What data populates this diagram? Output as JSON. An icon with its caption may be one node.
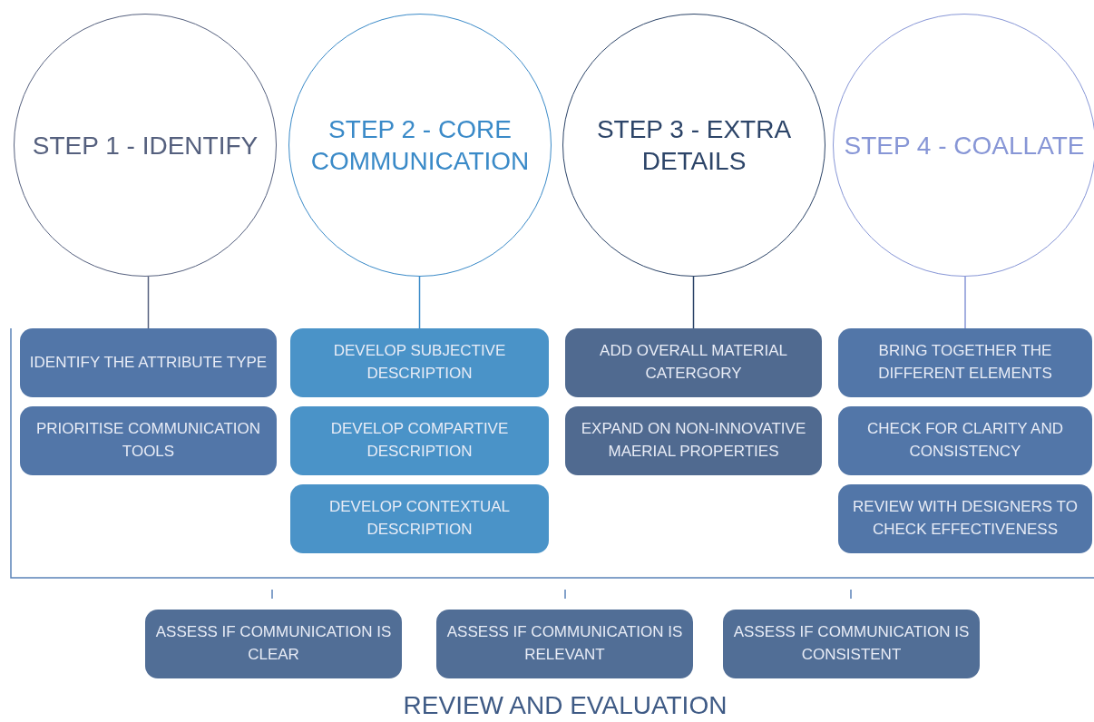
{
  "diagram": {
    "nodes": [
      {
        "text": [
          "STEP 1 - IDENTIFY"
        ]
      },
      {
        "text": [
          "STEP 2 - CORE COMMUNICATION"
        ]
      },
      {
        "text": [
          "STEP 3 - EXTRA DETAILS"
        ]
      },
      {
        "text": [
          "STEP 4 - COALLATE"
        ]
      },
      {
        "text": [
          "IDENTIFY THE ATTRIBUTE TYPE"
        ]
      },
      {
        "text": [
          "PRIORITISE COMMUNICATION TOOLS"
        ]
      },
      {
        "text": [
          "DEVELOP SUBJECTIVE DESCRIPTION"
        ]
      },
      {
        "text": [
          "DEVELOP COMPARTIVE DESCRIPTION"
        ]
      },
      {
        "text": [
          "DEVELOP CONTEXTUAL DESCRIPTION"
        ]
      },
      {
        "text": [
          "ADD OVERALL MATERIAL CATERGORY"
        ]
      },
      {
        "text": [
          "EXPAND ON NON-INNOVATIVE MAERIAL PROPERTIES"
        ]
      },
      {
        "text": [
          "BRING TOGETHER THE DIFFERENT ELEMENTS"
        ]
      },
      {
        "text": [
          "CHECK FOR CLARITY AND CONSISTENCY"
        ]
      },
      {
        "text": [
          "REVIEW WITH DESIGNERS TO CHECK EFFECTIVENESS"
        ]
      },
      {
        "text": [
          "ASSESS IF COMMUNICATION IS CLEAR"
        ]
      },
      {
        "text": [
          "ASSESS IF COMMUNICATION IS RELEVANT"
        ]
      },
      {
        "text": [
          "ASSESS IF COMMUNICATION IS CONSISTENT"
        ]
      }
    ],
    "edges": [
      {
        "from": 0,
        "to": 4,
        "arrow": "none"
      },
      {
        "from": 1,
        "to": 6,
        "arrow": "none"
      },
      {
        "from": 2,
        "to": 9,
        "arrow": "none"
      },
      {
        "from": 3,
        "to": 11,
        "arrow": "none"
      }
    ],
    "labels": [
      "REVIEW AND EVALUATION"
    ]
  }
}
